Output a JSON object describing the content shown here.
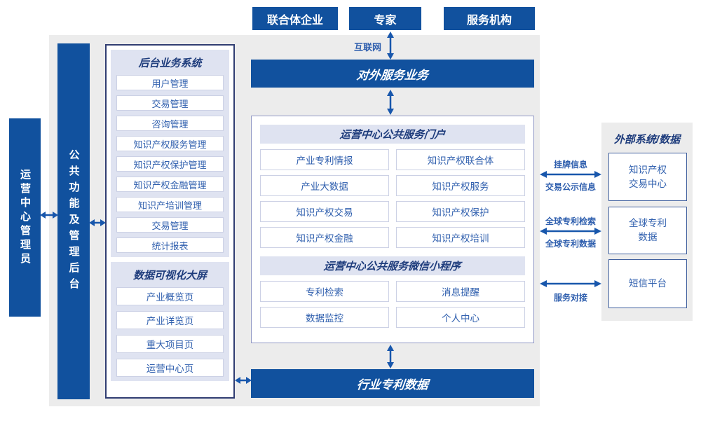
{
  "top_actors": [
    "联合体企业",
    "专家",
    "服务机构"
  ],
  "internet_label": "互联网",
  "external_service_bar": "对外服务业务",
  "left": {
    "admin_bar": "运营中心管理员",
    "backend_bar": "公共功能及管理后台",
    "backend_panel": {
      "title": "后台业务系统",
      "items": [
        "用户管理",
        "交易管理",
        "咨询管理",
        "知识产权服务管理",
        "知识产权保护管理",
        "知识产权金融管理",
        "知识产培训管理",
        "交易管理",
        "统计报表"
      ]
    },
    "viz_panel": {
      "title": "数据可视化大屏",
      "items": [
        "产业概览页",
        "产业详览页",
        "重大项目页",
        "运营中心页"
      ]
    }
  },
  "center": {
    "portal": {
      "title": "运营中心公共服务门户",
      "items": [
        "产业专利情报",
        "知识产权联合体",
        "产业大数据",
        "知识产权服务",
        "知识产权交易",
        "知识产权保护",
        "知识产权金融",
        "知识产权培训"
      ]
    },
    "miniprogram": {
      "title": "运营中心公共服务微信小程序",
      "items": [
        "专利检索",
        "消息提醒",
        "数据监控",
        "个人中心"
      ]
    }
  },
  "industry_patent_bar": "行业专利数据",
  "external": {
    "title": "外部系统/数据",
    "systems": [
      {
        "line1": "知识产权",
        "line2": "交易中心"
      },
      {
        "line1": "全球专利",
        "line2": "数据"
      },
      {
        "line1": "短信平台",
        "line2": ""
      }
    ],
    "links": [
      {
        "top": "挂牌信息",
        "bottom": "交易公示信息"
      },
      {
        "top": "全球专利检索",
        "bottom": "全球专利数据"
      },
      {
        "top": "",
        "bottom": "服务对接"
      }
    ]
  },
  "colors": {
    "primary_blue": "#11519e",
    "arrow_blue": "#1857ac",
    "panel_gray": "#ececec",
    "lavender": "#dfe3f1",
    "header_navy": "#1e3c7c",
    "item_blue": "#2f5fae"
  }
}
